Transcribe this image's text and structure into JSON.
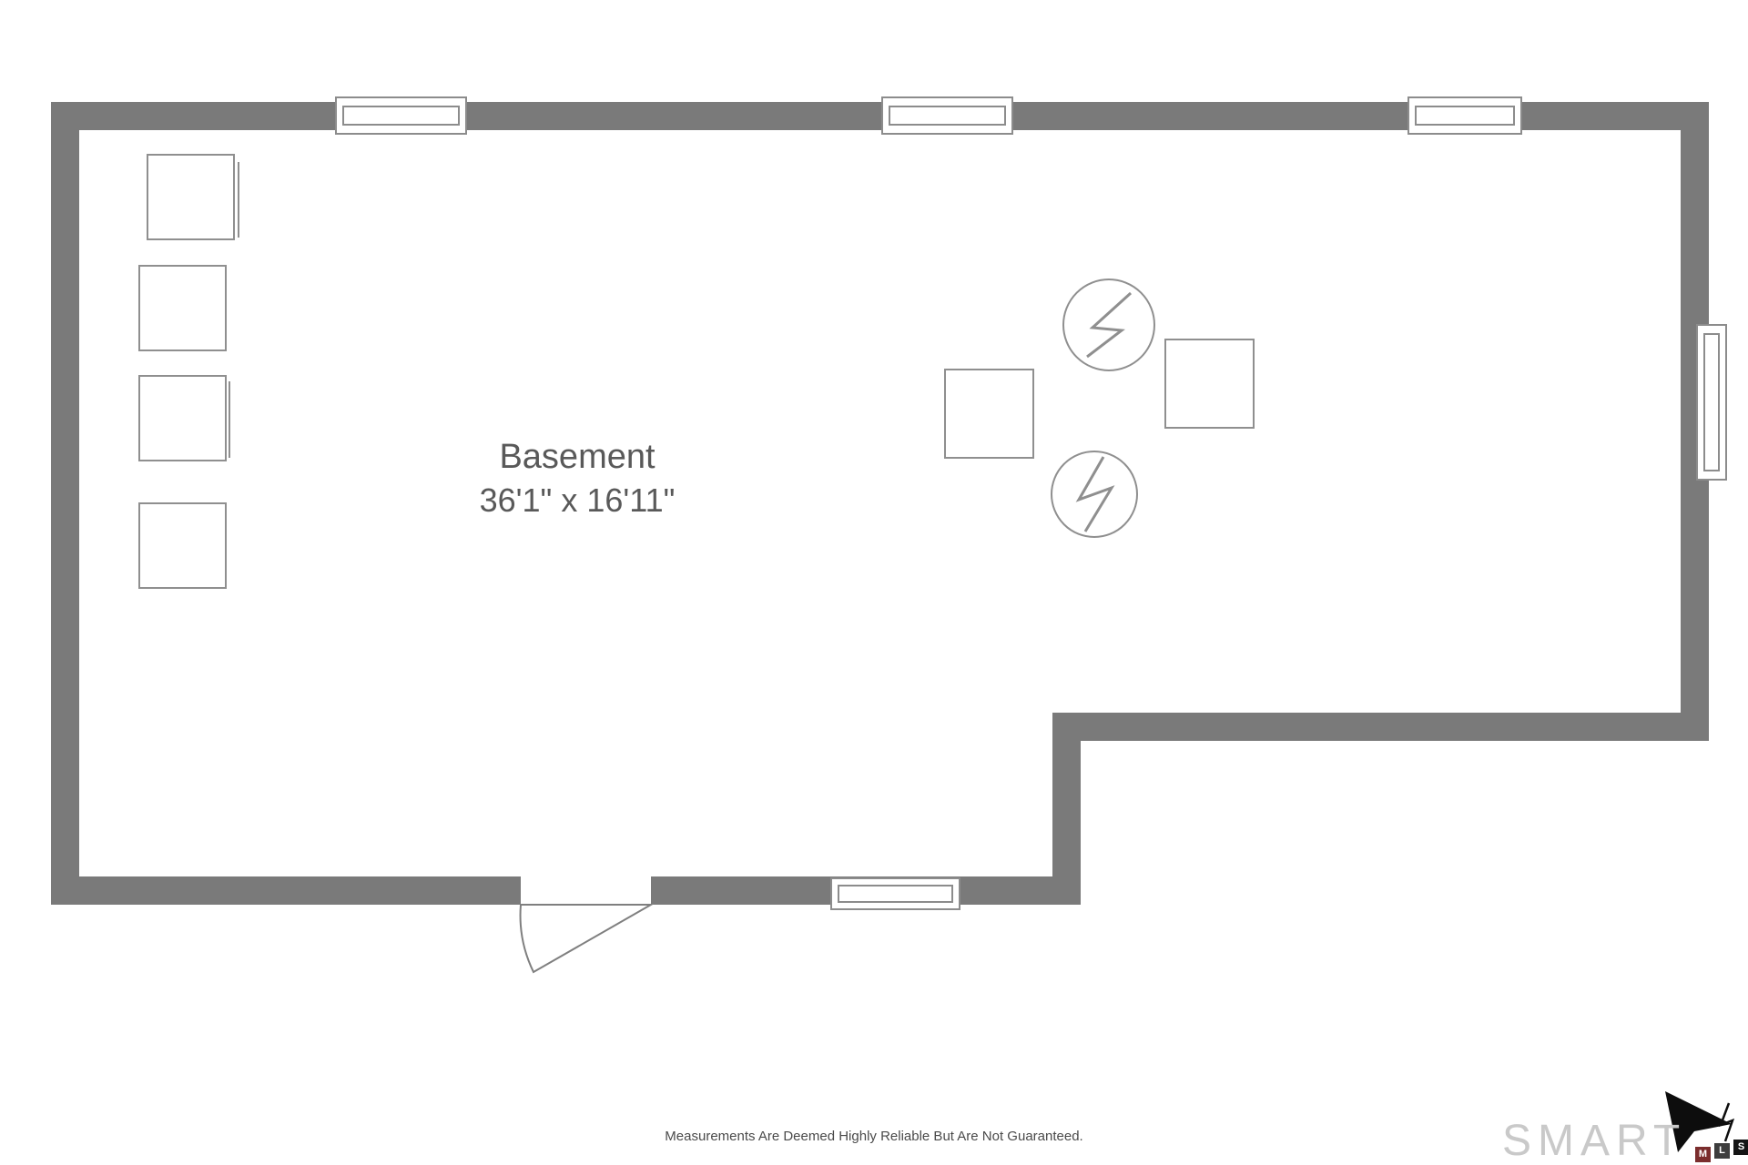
{
  "room": {
    "name": "Basement",
    "dimensions": "36'1\" x 16'11\""
  },
  "footer": {
    "disclaimer": "Measurements Are Deemed Highly Reliable But Are Not Guaranteed.",
    "logo_text": "SMART",
    "logo_letters": [
      "M",
      "L",
      "S"
    ]
  },
  "icons": {
    "utility_circle_1": "lightning-icon",
    "utility_circle_2": "lightning-icon",
    "logo_arrow": "cursor-arrow-icon"
  },
  "colors": {
    "wall": "#7a7a7a",
    "fixture_line": "#8f8f8f",
    "label_text": "#595959",
    "disclaimer_text": "#4a4a4a",
    "logo_text": "#c9c9c9"
  }
}
